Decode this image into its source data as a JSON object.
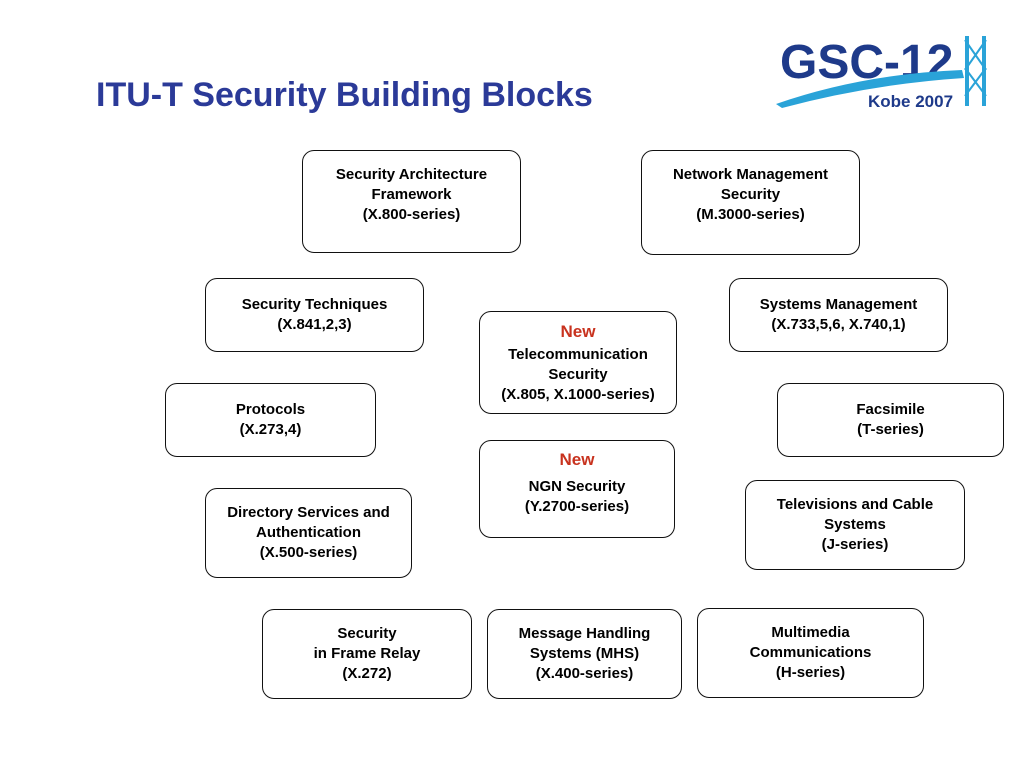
{
  "title": "ITU-T Security Building Blocks",
  "logo": {
    "main_text": "GSC-12",
    "sub_text": "Kobe 2007",
    "colors": {
      "main": "#1e3a8a",
      "swoosh": "#2aa3d8",
      "sub": "#1e3a8a"
    }
  },
  "colors": {
    "title": "#2b3a98",
    "new_label": "#c8321e",
    "box_border": "#111111"
  },
  "blocks": [
    {
      "id": "security-architecture-framework",
      "lines": [
        "Security Architecture",
        "Framework",
        "(X.800-series)"
      ]
    },
    {
      "id": "network-management-security",
      "lines": [
        "Network Management",
        "Security",
        "(M.3000-series)"
      ]
    },
    {
      "id": "security-techniques",
      "lines": [
        "Security Techniques",
        "(X.841,2,3)"
      ]
    },
    {
      "id": "systems-management",
      "lines": [
        "Systems Management",
        "(X.733,5,6, X.740,1)"
      ]
    },
    {
      "id": "telecommunication-security",
      "badge": "New",
      "lines": [
        "Telecommunication",
        "Security",
        "(X.805, X.1000-series)"
      ]
    },
    {
      "id": "protocols",
      "lines": [
        "Protocols",
        "(X.273,4)"
      ]
    },
    {
      "id": "facsimile",
      "lines": [
        "Facsimile",
        "(T-series)"
      ]
    },
    {
      "id": "ngn-security",
      "badge": "New",
      "lines": [
        "NGN Security",
        "(Y.2700-series)"
      ]
    },
    {
      "id": "directory-services",
      "lines": [
        "Directory Services and",
        "Authentication",
        "(X.500-series)"
      ]
    },
    {
      "id": "televisions-cable",
      "lines": [
        "Televisions and Cable",
        "Systems",
        "(J-series)"
      ]
    },
    {
      "id": "security-frame-relay",
      "lines": [
        "Security",
        "in Frame Relay",
        "(X.272)"
      ]
    },
    {
      "id": "message-handling",
      "lines": [
        "Message Handling",
        "Systems (MHS)",
        "(X.400-series)"
      ]
    },
    {
      "id": "multimedia-communications",
      "lines": [
        "Multimedia",
        "Communications",
        "(H-series)"
      ]
    }
  ]
}
